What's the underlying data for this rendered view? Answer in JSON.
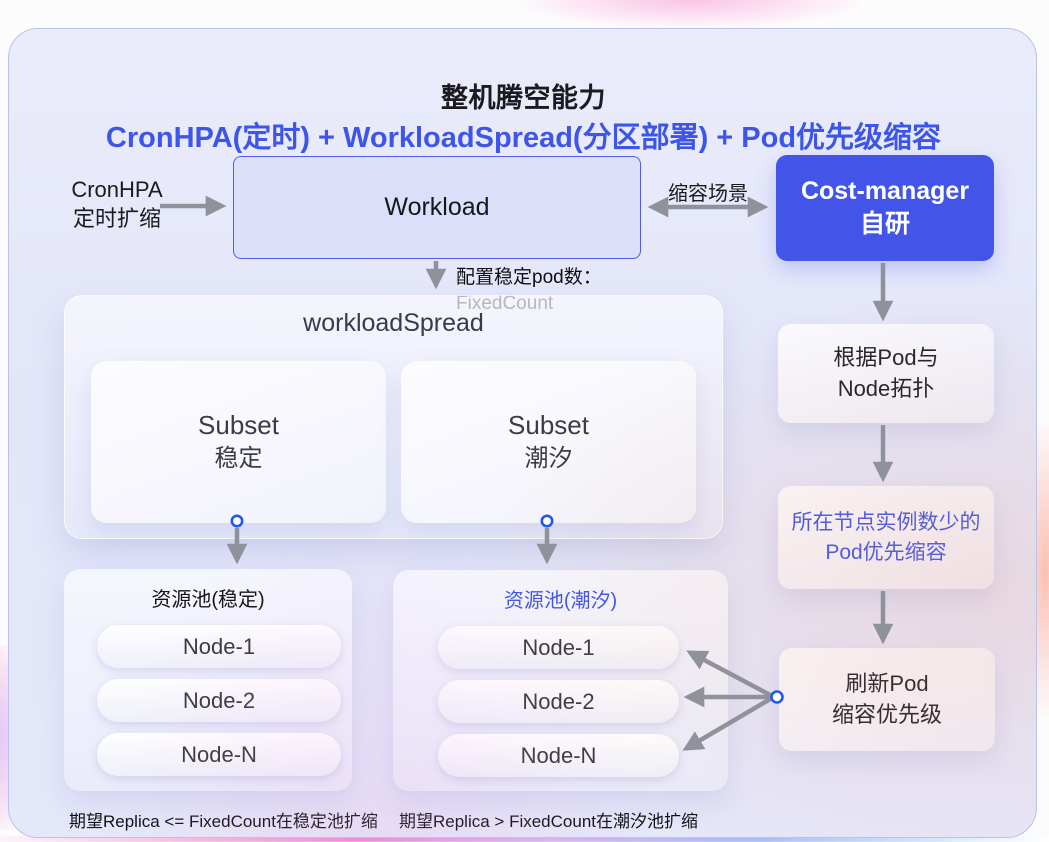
{
  "header": {
    "title": "整机腾空能力",
    "subtitle": "CronHPA(定时) + WorkloadSpread(分区部署) + Pod优先级缩容"
  },
  "colors": {
    "accent_blue": "#3d55e8",
    "solid_blue_box": "#4355e9",
    "workload_fill": "#dbdffa",
    "workload_border": "#505ee8",
    "arrow_gray": "#90929b",
    "connector_dot_blue": "#2457eb"
  },
  "left_flow": {
    "cronhpa_line1": "CronHPA",
    "cronhpa_line2": "定时扩缩",
    "workload_label": "Workload",
    "config_line1": "配置稳定pod数：",
    "config_line2": "FixedCount"
  },
  "right_flow": {
    "scene_label": "缩容场景",
    "cost_manager_line1": "Cost-manager",
    "cost_manager_line2": "自研",
    "topo_line1": "根据Pod与",
    "topo_line2": "Node拓扑",
    "priority_line1": "所在节点实例数少的",
    "priority_line2": "Pod优先缩容",
    "refresh_line1": "刷新Pod",
    "refresh_line2": "缩容优先级"
  },
  "workload_spread": {
    "title": "workloadSpread",
    "subset_stable_line1": "Subset",
    "subset_stable_line2": "稳定",
    "subset_tidal_line1": "Subset",
    "subset_tidal_line2": "潮汐"
  },
  "pools": {
    "stable": {
      "title": "资源池(稳定)",
      "nodes": [
        "Node-1",
        "Node-2",
        "Node-N"
      ],
      "caption": "期望Replica <= FixedCount在稳定池扩缩"
    },
    "tidal": {
      "title": "资源池(潮汐)",
      "nodes": [
        "Node-1",
        "Node-2",
        "Node-N"
      ],
      "caption": "期望Replica > FixedCount在潮汐池扩缩"
    }
  }
}
